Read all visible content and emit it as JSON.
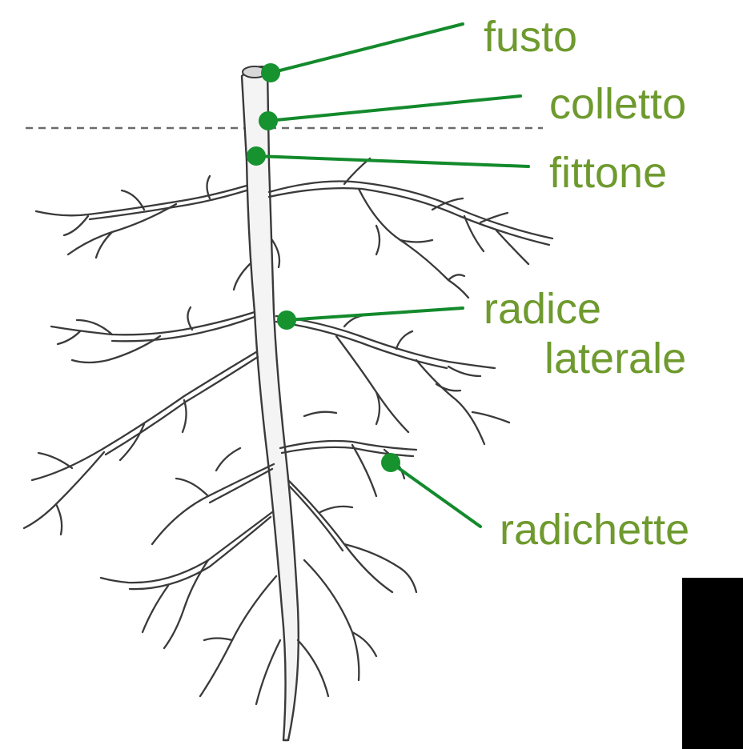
{
  "labels": {
    "stem": "fusto",
    "collar": "colletto",
    "taproot": "fittone",
    "lateral_line1": "radice",
    "lateral_line2": "laterale",
    "rootlets": "radichette"
  },
  "colors": {
    "label": "#6e9a2e",
    "leader": "#138a2c",
    "dot": "#16922e",
    "root_outline": "#3a3a3a",
    "root_fill": "#f4f4f4",
    "ground_line": "#6a6a6a",
    "corner_block": "#000000"
  }
}
